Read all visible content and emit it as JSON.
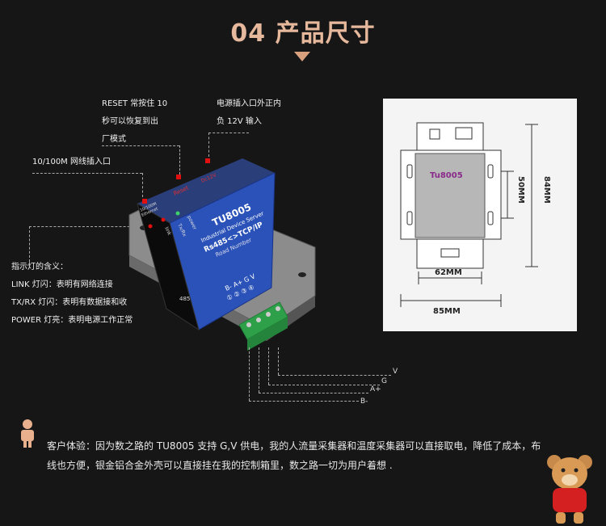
{
  "title": "04 产品尺寸",
  "annotations": {
    "reset": [
      "RESET 常按住 10",
      "秒可以恢复到出",
      "厂模式"
    ],
    "power": [
      "电源插入口外正内",
      "负 12V 输入"
    ],
    "ethernet": "10/100M 网线插入口"
  },
  "legend": {
    "heading": "指示灯的含义：",
    "items": [
      "LINK 灯闪：表明有网络连接",
      "TX/RX 灯闪：表明有数据接和收",
      "POWER 灯亮：表明电源工作正常"
    ]
  },
  "device": {
    "model": "TU8005",
    "line1": "Industrial Device Server",
    "line2": "Rs485<>TCP/IP",
    "line3": "Road Number",
    "reset_label": "Reset",
    "dc_label": "Dc12V",
    "eth_label1": "10/100M",
    "eth_label2": "Ethernet",
    "power_label": "power",
    "txrx_label": "Tx/Rx",
    "link_label": "link",
    "port_label": "485",
    "pins_label": "B- A+ G  V",
    "pins_numbers": "① ② ③ ④"
  },
  "pins": [
    "V",
    "G",
    "A+",
    "B-"
  ],
  "diagram": {
    "model": "Tu8005",
    "dim_50": "50MM",
    "dim_84": "84MM",
    "dim_62": "62MM",
    "dim_85": "85MM"
  },
  "footer": "客户体验：因为数之路的 TU8005 支持 G,V 供电，我的人流量采集器和温度采集器可以直接取电，降低了成本，布线也方便，银金铝合金外壳可以直接挂在我的控制箱里，数之路一切为用户着想 .",
  "colors": {
    "title": "#e6b89c",
    "device_blue": "#2a52b8",
    "pin_green": "#2ea04a",
    "accent_red": "#e01010"
  }
}
